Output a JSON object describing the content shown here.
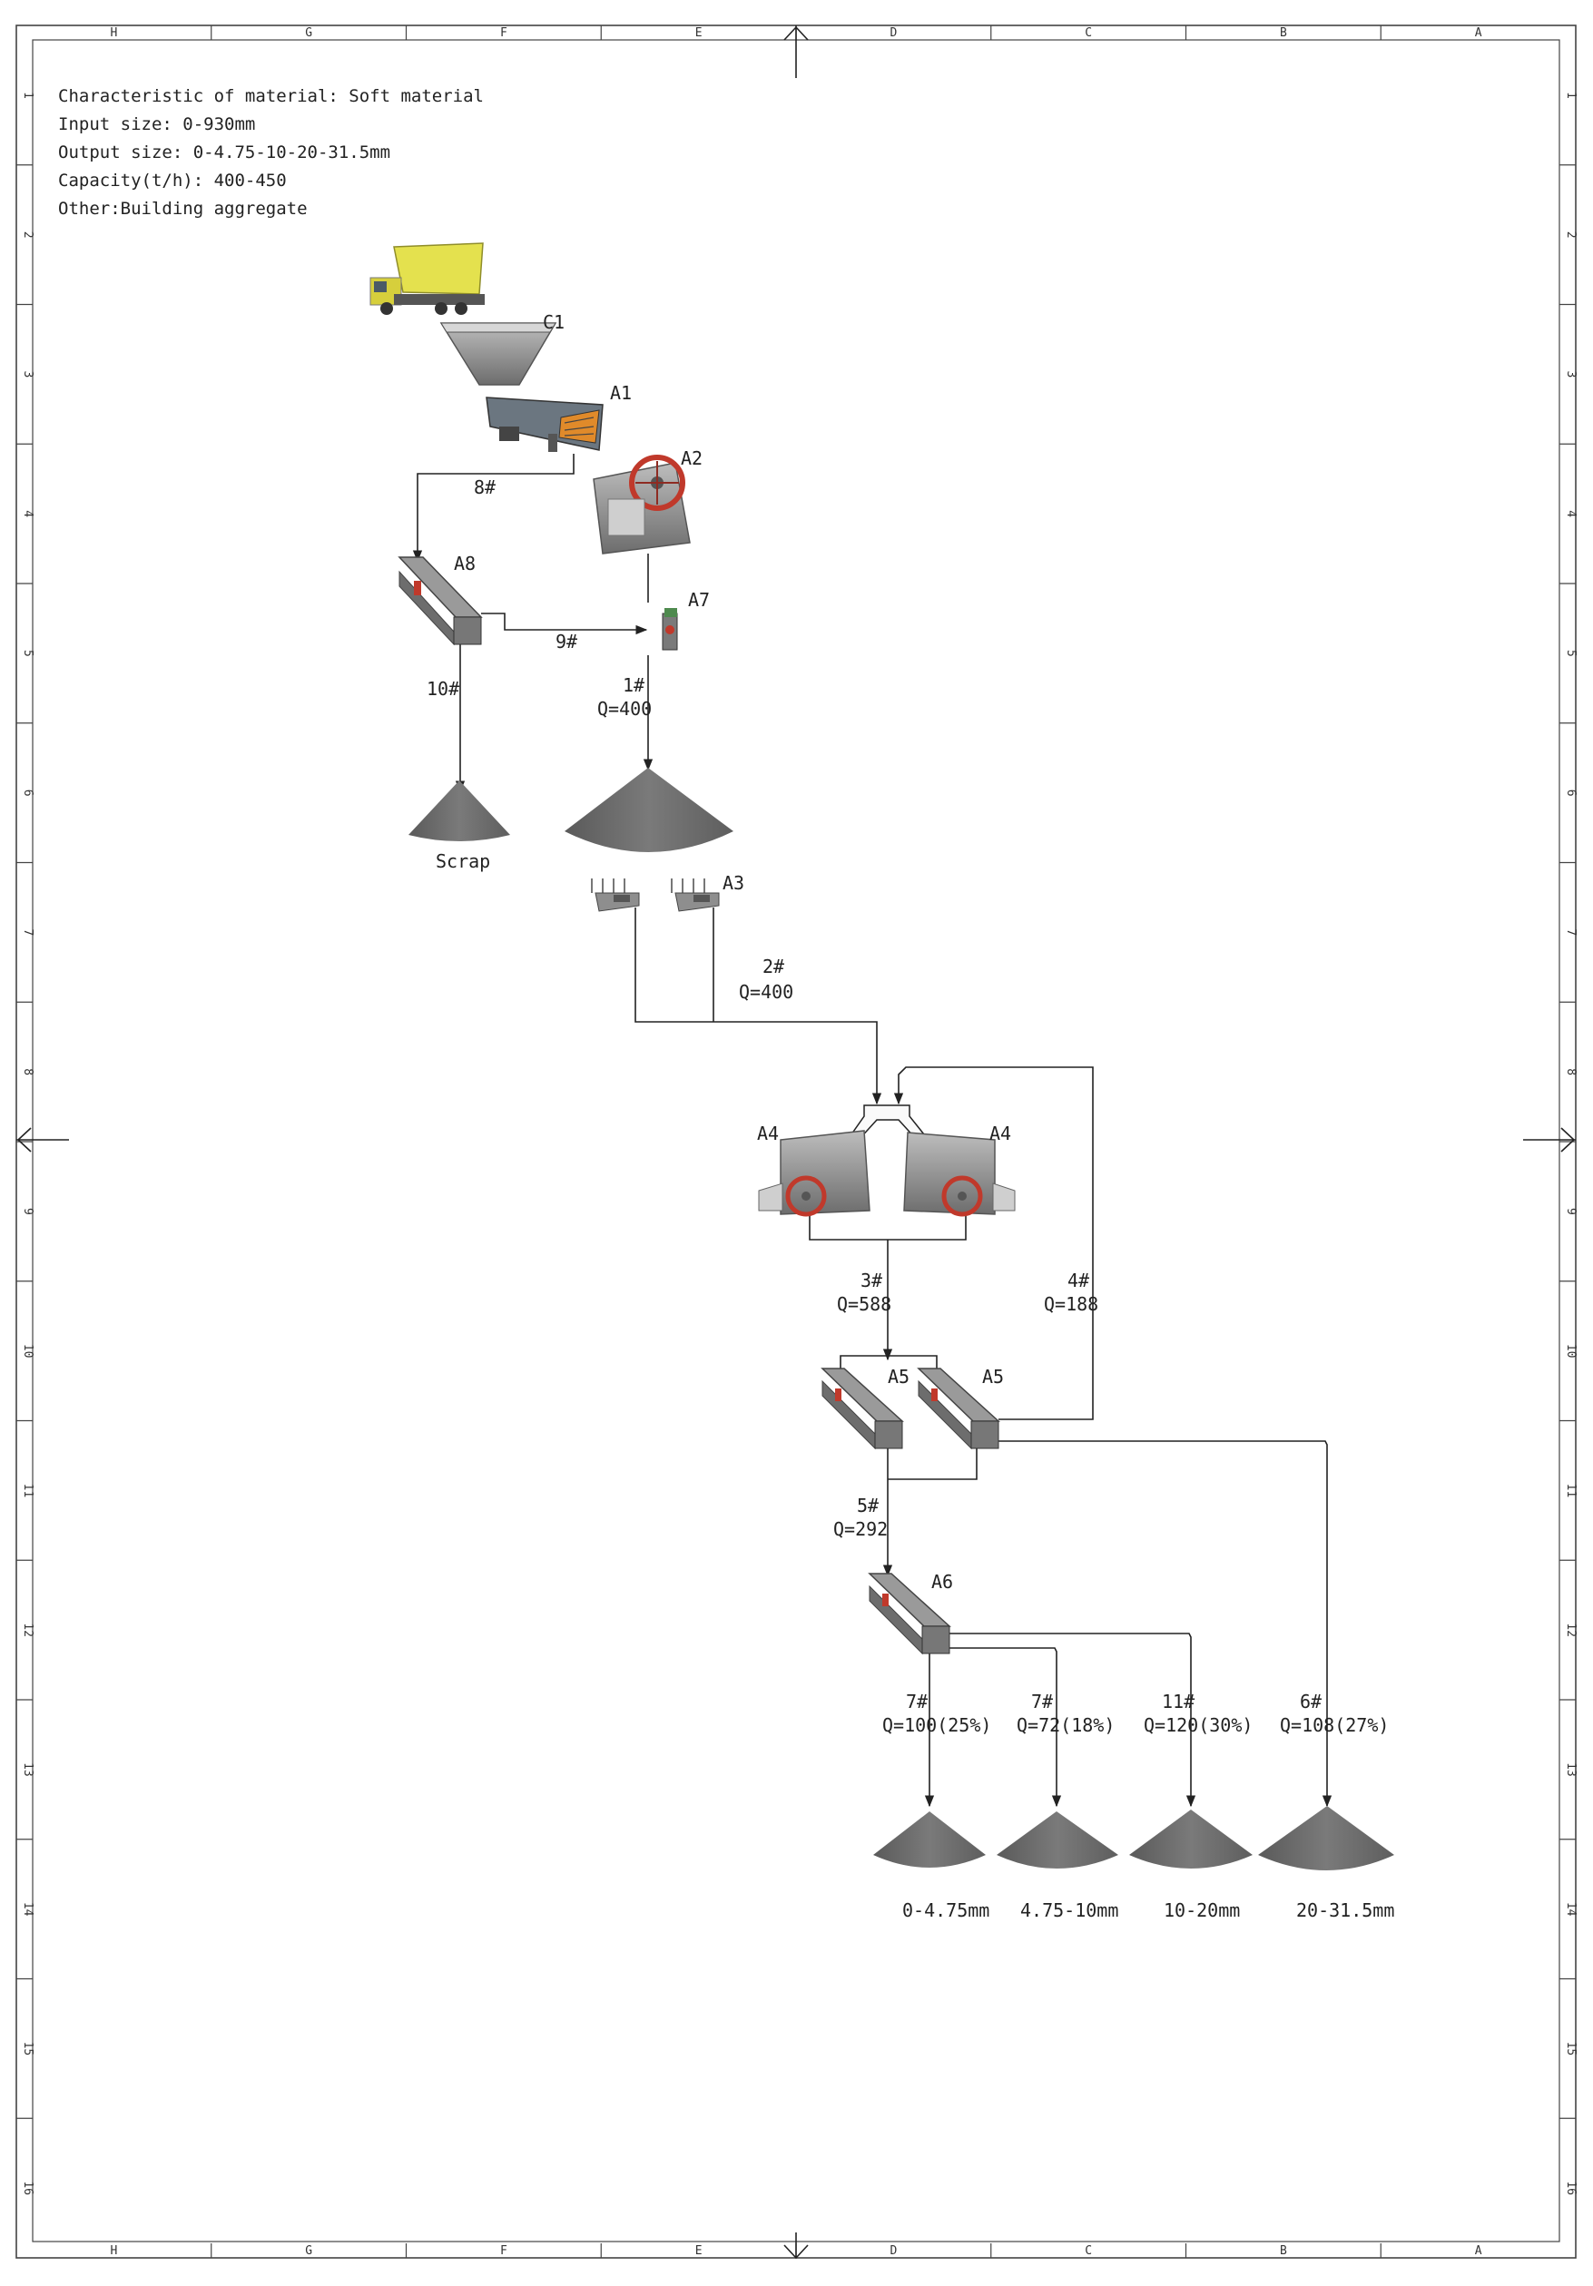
{
  "spec": {
    "material": "Characteristic of material: Soft material",
    "input": "Input size: 0-930mm",
    "output": "Output size: 0-4.75-10-20-31.5mm",
    "capacity": "Capacity(t/h): 400-450",
    "other": "Other:Building aggregate"
  },
  "border": {
    "columns": [
      "H",
      "G",
      "F",
      "E",
      "D",
      "C",
      "B",
      "A"
    ],
    "rows": [
      "1",
      "2",
      "3",
      "4",
      "5",
      "6",
      "7",
      "8",
      "9",
      "10",
      "11",
      "12",
      "13",
      "14",
      "15",
      "16"
    ]
  },
  "equipment": {
    "c1": "C1",
    "a1": "A1",
    "a2": "A2",
    "a3": "A3",
    "a4_left": "A4",
    "a4_right": "A4",
    "a5_left": "A5",
    "a5_right": "A5",
    "a6": "A6",
    "a7": "A7",
    "a8": "A8"
  },
  "flows": {
    "f8": "8#",
    "f9": "9#",
    "f10": "10#",
    "f1": "1#",
    "f1_q": "Q=400",
    "f2": "2#",
    "f2_q": "Q=400",
    "f3": "3#",
    "f3_q": "Q=588",
    "f4": "4#",
    "f4_q": "Q=188",
    "f5": "5#",
    "f5_q": "Q=292",
    "p1": "7#",
    "p1_q": "Q=100(25%)",
    "p2": "7#",
    "p2_q": "Q=72(18%)",
    "p3": "11#",
    "p3_q": "Q=120(30%)",
    "p4": "6#",
    "p4_q": "Q=108(27%)"
  },
  "piles": {
    "scrap": "Scrap",
    "p1": "0-4.75mm",
    "p2": "4.75-10mm",
    "p3": "10-20mm",
    "p4": "20-31.5mm"
  },
  "colors": {
    "pile": "#6e6e6e",
    "machine": "#8a8a8a",
    "truck": "#d9d84a",
    "wheel": "#c0392b",
    "screen_deck": "#e08a2a"
  }
}
